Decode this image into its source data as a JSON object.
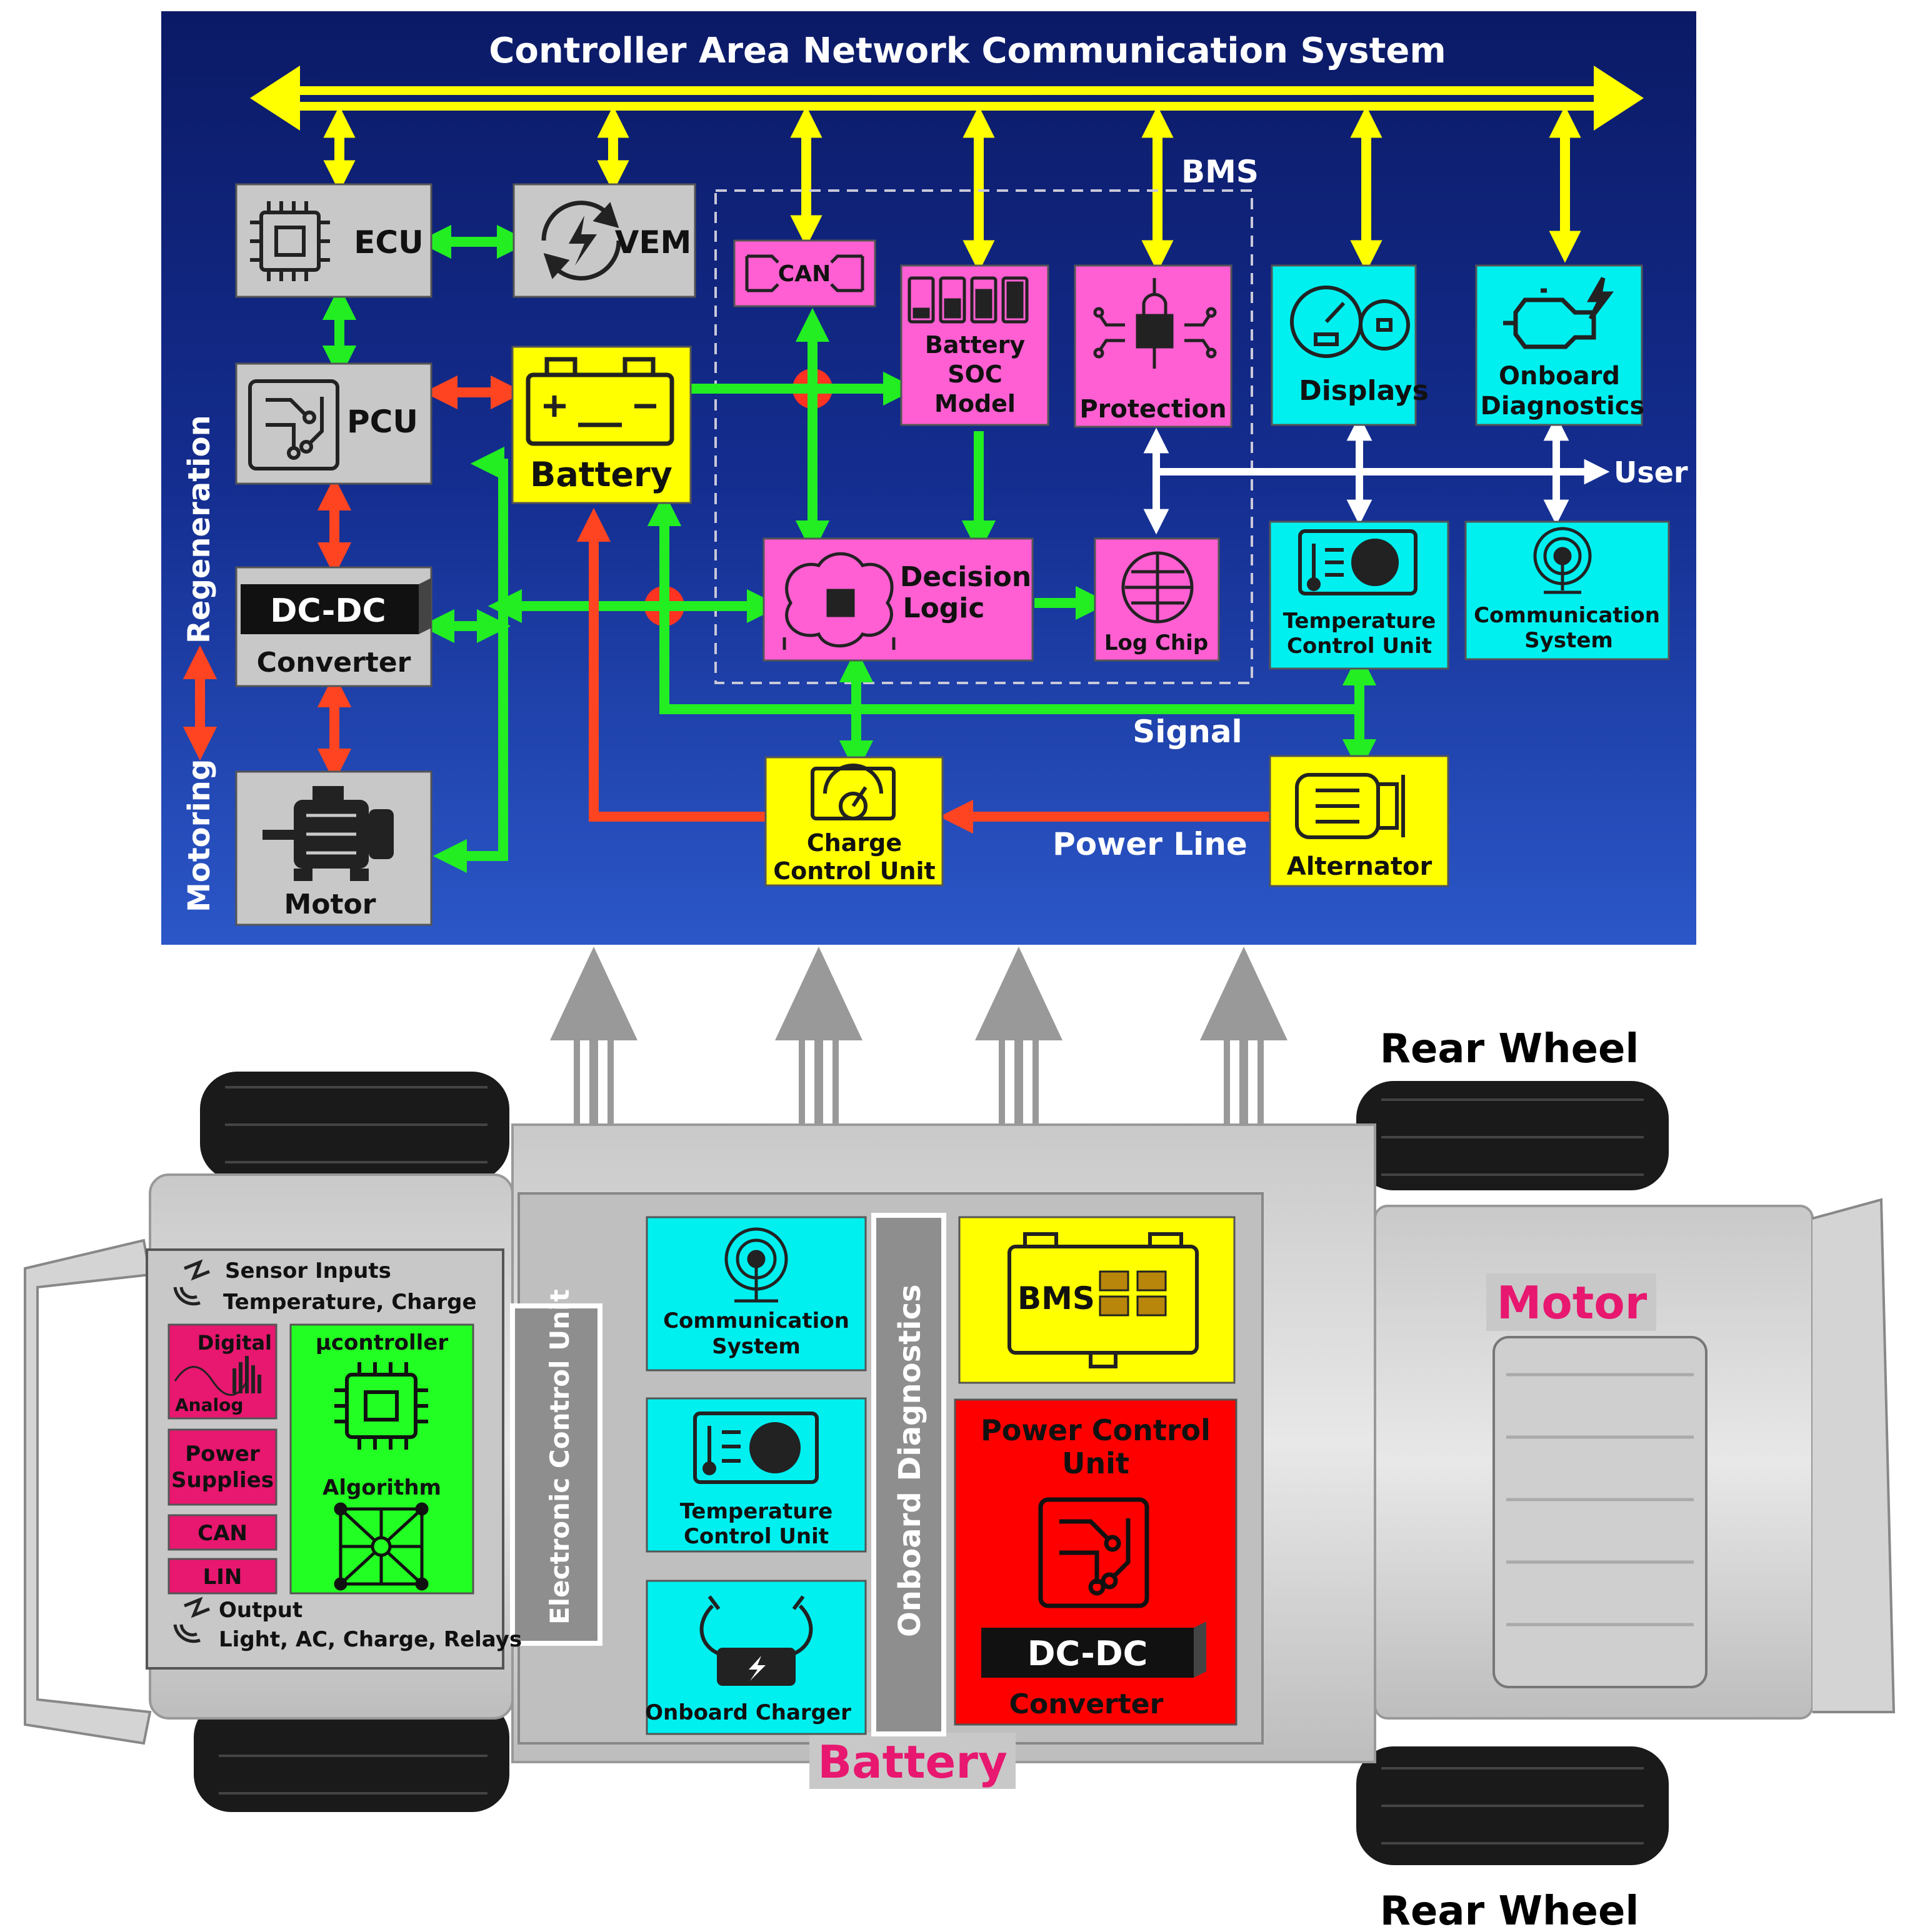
{
  "network": {
    "title": "Controller Area Network Communication System",
    "bms_label": "BMS",
    "signal_label": "Signal",
    "power_line_label": "Power Line",
    "user_label": "User",
    "regeneration_label": "Regeneration",
    "motoring_label": "Motoring"
  },
  "blocks": {
    "ecu": "ECU",
    "vem": "VEM",
    "pcu": "PCU",
    "battery": "Battery",
    "dcdc_line1": "DC-DC",
    "dcdc_line2": "Converter",
    "motor": "Motor",
    "can": "CAN",
    "battery_soc_line1": "Battery",
    "battery_soc_line2": "SOC",
    "battery_soc_line3": "Model",
    "protection": "Protection",
    "decision_line1": "Decision",
    "decision_line2": "Logic",
    "log_chip": "Log Chip",
    "displays": "Displays",
    "onboard_diag_line1": "Onboard",
    "onboard_diag_line2": "Diagnostics",
    "temp_line1": "Temperature",
    "temp_line2": "Control Unit",
    "comm_line1": "Communication",
    "comm_line2": "System",
    "charge_line1": "Charge",
    "charge_line2": "Control Unit",
    "alternator": "Alternator"
  },
  "vehicle": {
    "rear_wheel_top": "Rear Wheel",
    "rear_wheel_bottom": "Rear Wheel",
    "motor_label": "Motor",
    "battery_label": "Battery",
    "ecu_vertical": "Electronic Control Unit",
    "obd_vertical": "Onboard Diagnostics",
    "comm_line1": "Communication",
    "comm_line2": "System",
    "temp_line1": "Temperature",
    "temp_line2": "Control Unit",
    "charger": "Onboard Charger",
    "bms": "BMS",
    "pcu_line1": "Power Control",
    "pcu_line2": "Unit",
    "dcdc_line1": "DC-DC",
    "dcdc_line2": "Converter"
  },
  "ecu_panel": {
    "sensor_line1": "Sensor Inputs",
    "sensor_line2": "Temperature, Charge",
    "digital": "Digital",
    "analog": "Analog",
    "power_line1": "Power",
    "power_line2": "Supplies",
    "can": "CAN",
    "lin": "LIN",
    "microcontroller": "µcontroller",
    "algorithm": "Algorithm",
    "output_line1": "Output",
    "output_line2": "Light, AC, Charge, Relays"
  },
  "colors": {
    "panel_bg": "#0a1c6e",
    "can_bus": "#ffff00",
    "signal": "#22ee22",
    "power": "#ff4422",
    "user": "#ffffff",
    "pink": "#ff5fd2",
    "cyan": "#00f0f0",
    "yellow": "#ffff00",
    "gray": "#c8c8c8",
    "red": "#ff0000",
    "green": "#22ff22",
    "magenta_text": "#e8176f"
  }
}
